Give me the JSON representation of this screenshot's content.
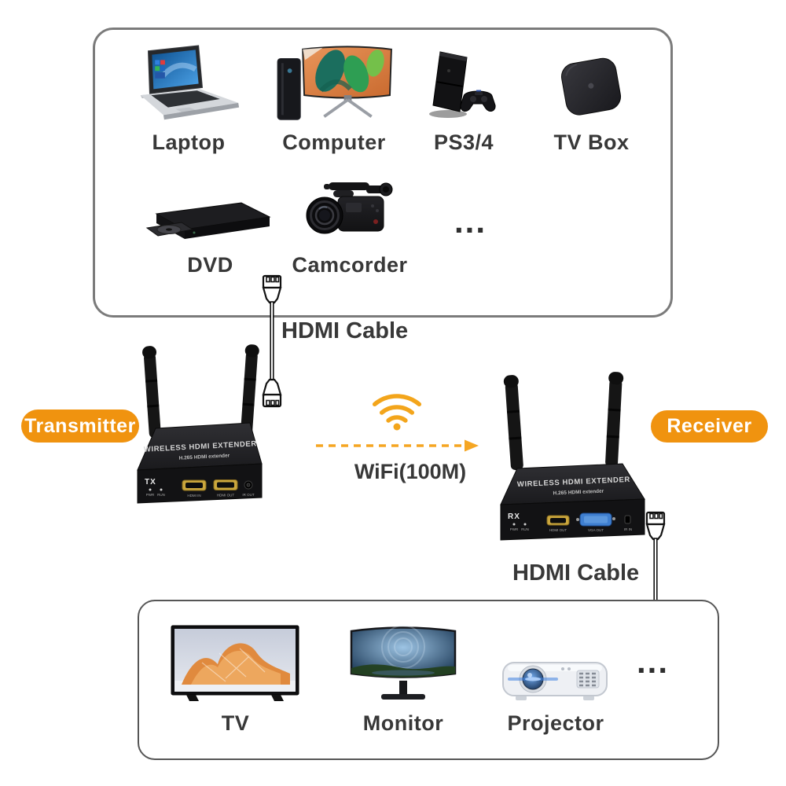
{
  "colors": {
    "accent_orange": "#F0930F",
    "wifi_orange": "#F3A51B",
    "label_dark": "#383838",
    "box_border_top": "#7b7b7b",
    "box_border_bottom": "#565656"
  },
  "source_box": {
    "row1": [
      {
        "label": "Laptop"
      },
      {
        "label": "Computer"
      },
      {
        "label": "PS3/4"
      },
      {
        "label": "TV Box"
      }
    ],
    "row2": [
      {
        "label": "DVD"
      },
      {
        "label": "Camcorder"
      }
    ],
    "ellipsis": "..."
  },
  "connections": {
    "hdmi_top": "HDMI Cable",
    "wifi": "WiFi(100M)",
    "hdmi_bottom": "HDMI Cable"
  },
  "transmitter": {
    "badge": "Transmitter",
    "panel_id": "TX",
    "device_line1": "WIRELESS HDMI EXTENDER",
    "device_line2": "H.265 HDMI extender",
    "led1": "PWR",
    "led2": "RUN",
    "port1": "HDMI IN",
    "port2": "HDMI OUT",
    "port3": "IR OUT"
  },
  "receiver": {
    "badge": "Receiver",
    "panel_id": "RX",
    "device_line1": "WIRELESS HDMI EXTENDER",
    "device_line2": "H.265 HDMI extender",
    "led1": "PWR",
    "led2": "RUN",
    "port1": "HDMI OUT",
    "port2": "VGA OUT",
    "port3": "IR IN"
  },
  "display_box": {
    "devices": [
      {
        "label": "TV"
      },
      {
        "label": "Monitor"
      },
      {
        "label": "Projector"
      }
    ],
    "ellipsis": "..."
  }
}
